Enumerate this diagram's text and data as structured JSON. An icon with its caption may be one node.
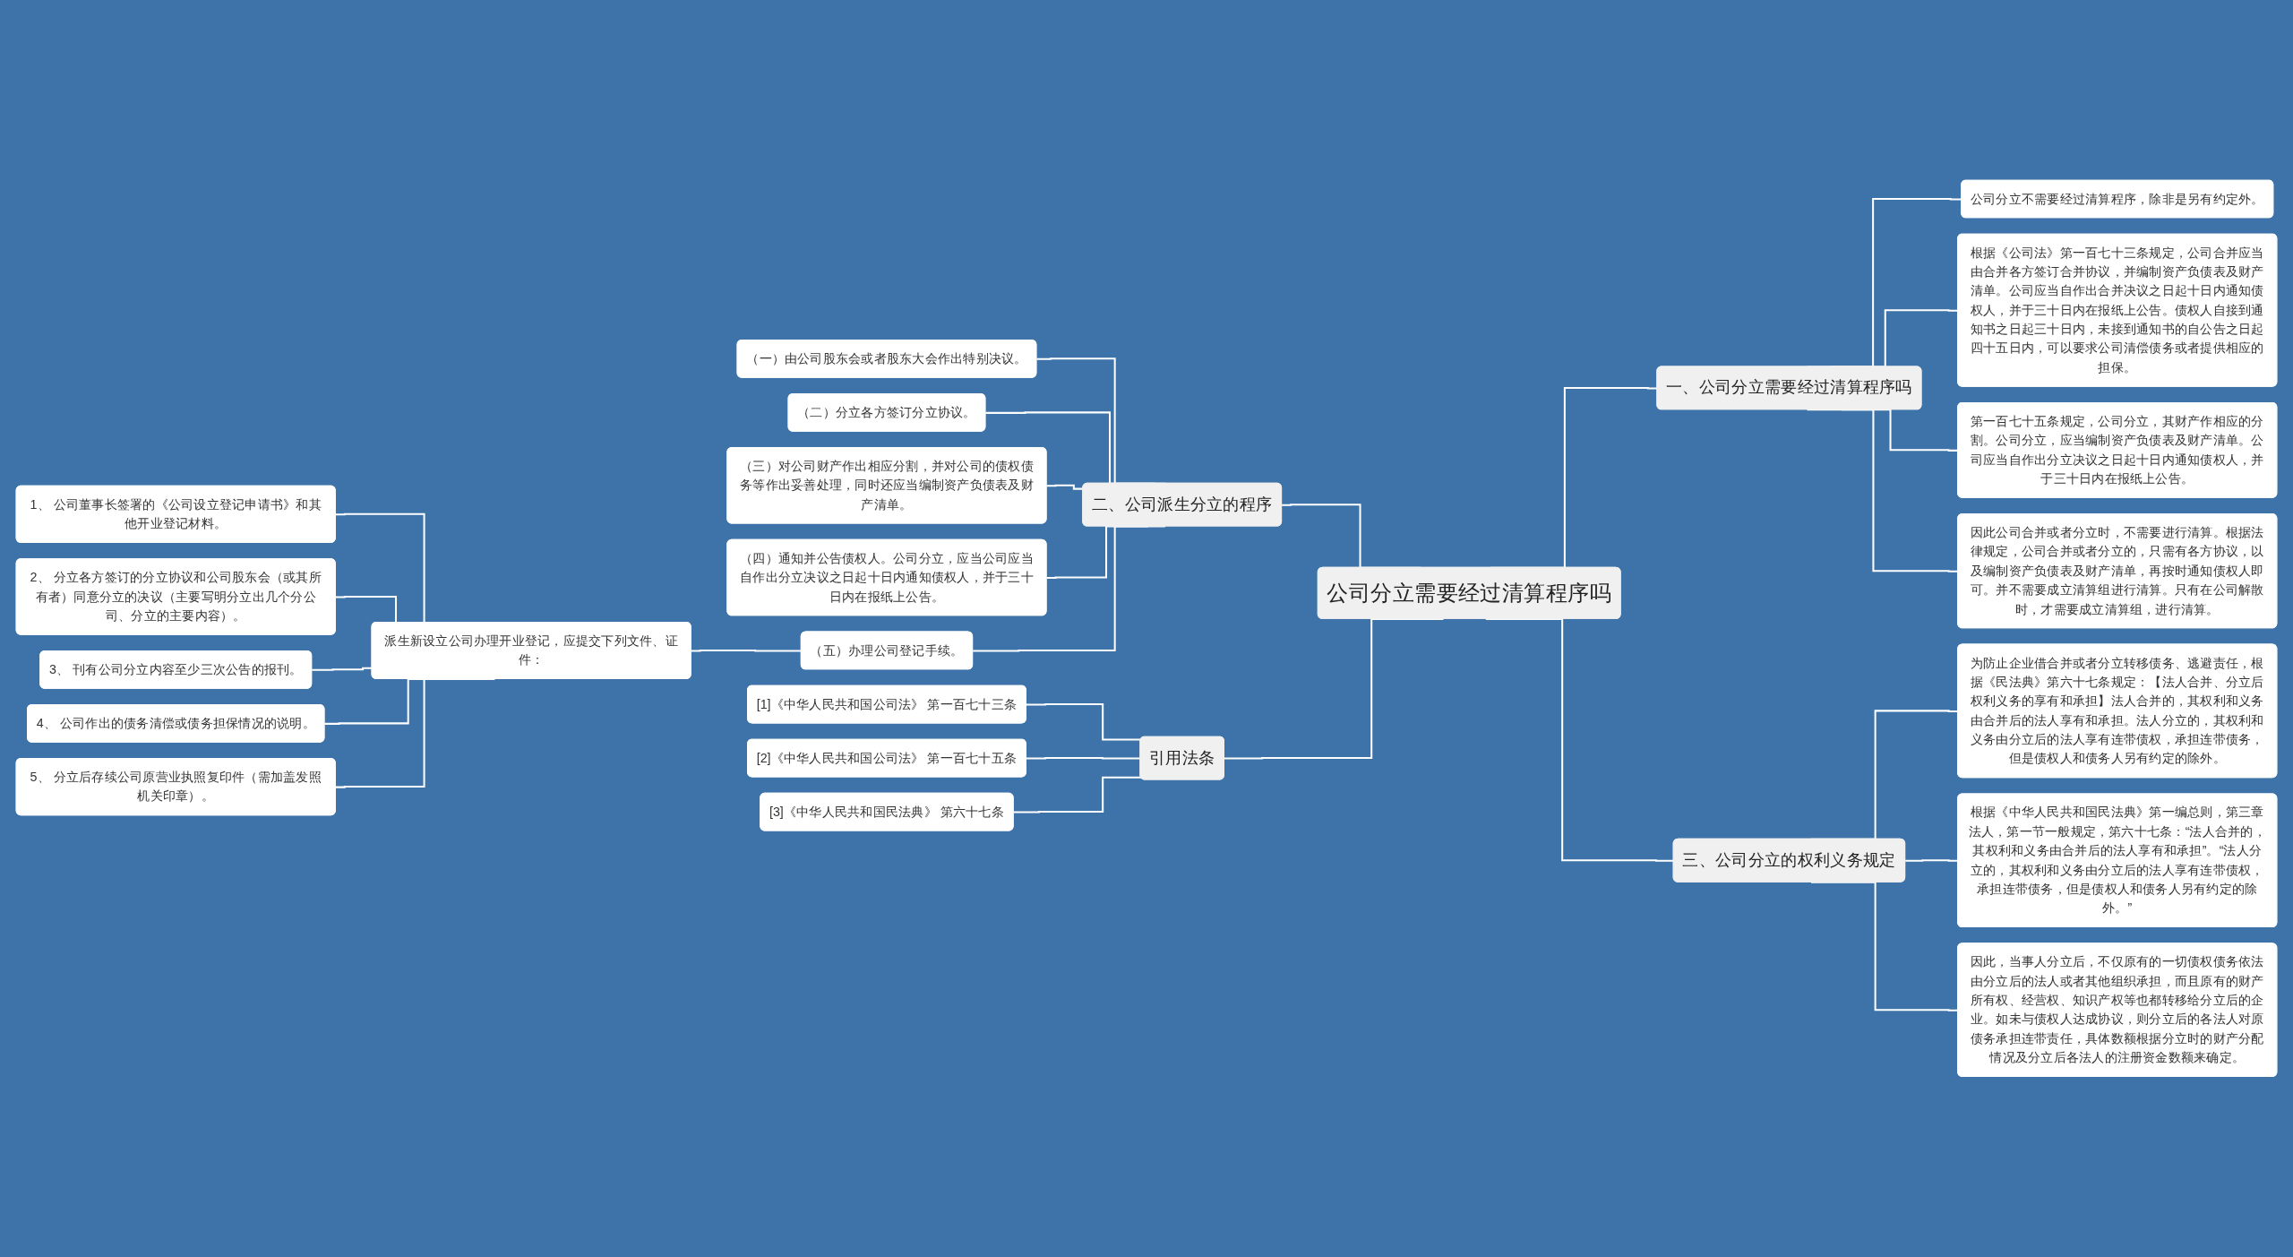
{
  "diagram": {
    "nodes": [
      {
        "text": [
          "公司分立需要经过清算程序吗"
        ]
      },
      {
        "text": [
          "一、公司分立需要经过清算程序吗"
        ]
      },
      {
        "text": [
          "公司分立不需要经过清算程序，除非是另有约定外。"
        ]
      },
      {
        "text": [
          "根据《公司法》第一百七十三条规定，公司合并应当由合并各方签订合并协议，并编制资产负债表及财产清单。公司应当自作出合并决议之日起十日内通知债权人，并于三十日内在报纸上公告。债权人自接到通知书之日起三十日内，未接到通知书的自公告之日起四十五日内，可以要求公司清偿债务或者提供相应的担保。"
        ]
      },
      {
        "text": [
          "第一百七十五条规定，公司分立，其财产作相应的分割。公司分立，应当编制资产负债表及财产清单。公司应当自作出分立决议之日起十日内通知债权人，并于三十日内在报纸上公告。"
        ]
      },
      {
        "text": [
          "因此公司合并或者分立时，不需要进行清算。根据法律规定，公司合并或者分立的，只需有各方协议，以及编制资产负债表及财产清单，再按时通知债权人即可。并不需要成立清算组进行清算。只有在公司解散时，才需要成立清算组，进行清算。"
        ]
      },
      {
        "text": [
          "二、公司派生分立的程序"
        ]
      },
      {
        "text": [
          "（一）由公司股东会或者股东大会作出特别决议。"
        ]
      },
      {
        "text": [
          "（二）分立各方签订分立协议。"
        ]
      },
      {
        "text": [
          "（三）对公司财产作出相应分割，并对公司的债权债务等作出妥善处理，同时还应当编制资产负债表及财产清单。"
        ]
      },
      {
        "text": [
          "（四）通知并公告债权人。公司分立，应当公司应当自作出分立决议之日起十日内通知债权人，并于三十日内在报纸上公告。"
        ]
      },
      {
        "text": [
          "（五）办理公司登记手续。"
        ]
      },
      {
        "text": [
          "派生新设立公司办理开业登记，应提交下列文件、证件："
        ]
      },
      {
        "text": [
          "1、 公司董事长签署的《公司设立登记申请书》和其他开业登记材料。"
        ]
      },
      {
        "text": [
          "2、 分立各方签订的分立协议和公司股东会（或其所有者）同意分立的决议（主要写明分立出几个分公司、分立的主要内容）。"
        ]
      },
      {
        "text": [
          "3、 刊有公司分立内容至少三次公告的报刊。"
        ]
      },
      {
        "text": [
          "4、 公司作出的债务清偿或债务担保情况的说明。"
        ]
      },
      {
        "text": [
          "5、 分立后存续公司原营业执照复印件（需加盖发照机关印章）。"
        ]
      },
      {
        "text": [
          "三、公司分立的权利义务规定"
        ]
      },
      {
        "text": [
          "为防止企业借合并或者分立转移债务、逃避责任，根据《民法典》第六十七条规定：【法人合并、分立后权利义务的享有和承担】法人合并的，其权利和义务由合并后的法人享有和承担。法人分立的，其权利和义务由分立后的法人享有连带债权，承担连带债务，但是债权人和债务人另有约定的除外。"
        ]
      },
      {
        "text": [
          "根据《中华人民共和国民法典》第一编总则，第三章法人，第一节一般规定，第六十七条：“法人合并的，其权利和义务由合并后的法人享有和承担”。“法人分立的，其权利和义务由分立后的法人享有连带债权，承担连带债务，但是债权人和债务人另有约定的除外。”"
        ]
      },
      {
        "text": [
          "因此，当事人分立后，不仅原有的一切债权债务依法由分立后的法人或者其他组织承担，而且原有的财产所有权、经营权、知识产权等也都转移给分立后的企业。如未与债权人达成协议，则分立后的各法人对原债务承担连带责任，具体数额根据分立时的财产分配情况及分立后各法人的注册资金数额来确定。"
        ]
      },
      {
        "text": [
          "引用法条"
        ]
      },
      {
        "text": [
          "[1]《中华人民共和国公司法》 第一百七十三条"
        ]
      },
      {
        "text": [
          "[2]《中华人民共和国公司法》 第一百七十五条"
        ]
      },
      {
        "text": [
          "[3]《中华人民共和国民法典》 第六十七条"
        ]
      }
    ],
    "edges": [
      {
        "from": 0,
        "to": 1,
        "arrow": "none"
      },
      {
        "from": 1,
        "to": 2,
        "arrow": "none"
      },
      {
        "from": 1,
        "to": 3,
        "arrow": "none"
      },
      {
        "from": 1,
        "to": 4,
        "arrow": "none"
      },
      {
        "from": 1,
        "to": 5,
        "arrow": "none"
      },
      {
        "from": 0,
        "to": 6,
        "arrow": "none"
      },
      {
        "from": 6,
        "to": 7,
        "arrow": "none"
      },
      {
        "from": 6,
        "to": 8,
        "arrow": "none"
      },
      {
        "from": 6,
        "to": 9,
        "arrow": "none"
      },
      {
        "from": 6,
        "to": 10,
        "arrow": "none"
      },
      {
        "from": 6,
        "to": 11,
        "arrow": "none"
      },
      {
        "from": 11,
        "to": 12,
        "arrow": "none"
      },
      {
        "from": 12,
        "to": 13,
        "arrow": "none"
      },
      {
        "from": 12,
        "to": 14,
        "arrow": "none"
      },
      {
        "from": 12,
        "to": 15,
        "arrow": "none"
      },
      {
        "from": 12,
        "to": 16,
        "arrow": "none"
      },
      {
        "from": 12,
        "to": 17,
        "arrow": "none"
      },
      {
        "from": 0,
        "to": 18,
        "arrow": "none"
      },
      {
        "from": 18,
        "to": 19,
        "arrow": "none"
      },
      {
        "from": 18,
        "to": 20,
        "arrow": "none"
      },
      {
        "from": 18,
        "to": 21,
        "arrow": "none"
      },
      {
        "from": 0,
        "to": 22,
        "arrow": "none"
      },
      {
        "from": 22,
        "to": 23,
        "arrow": "none"
      },
      {
        "from": 22,
        "to": 24,
        "arrow": "none"
      },
      {
        "from": 22,
        "to": 25,
        "arrow": "none"
      }
    ]
  }
}
